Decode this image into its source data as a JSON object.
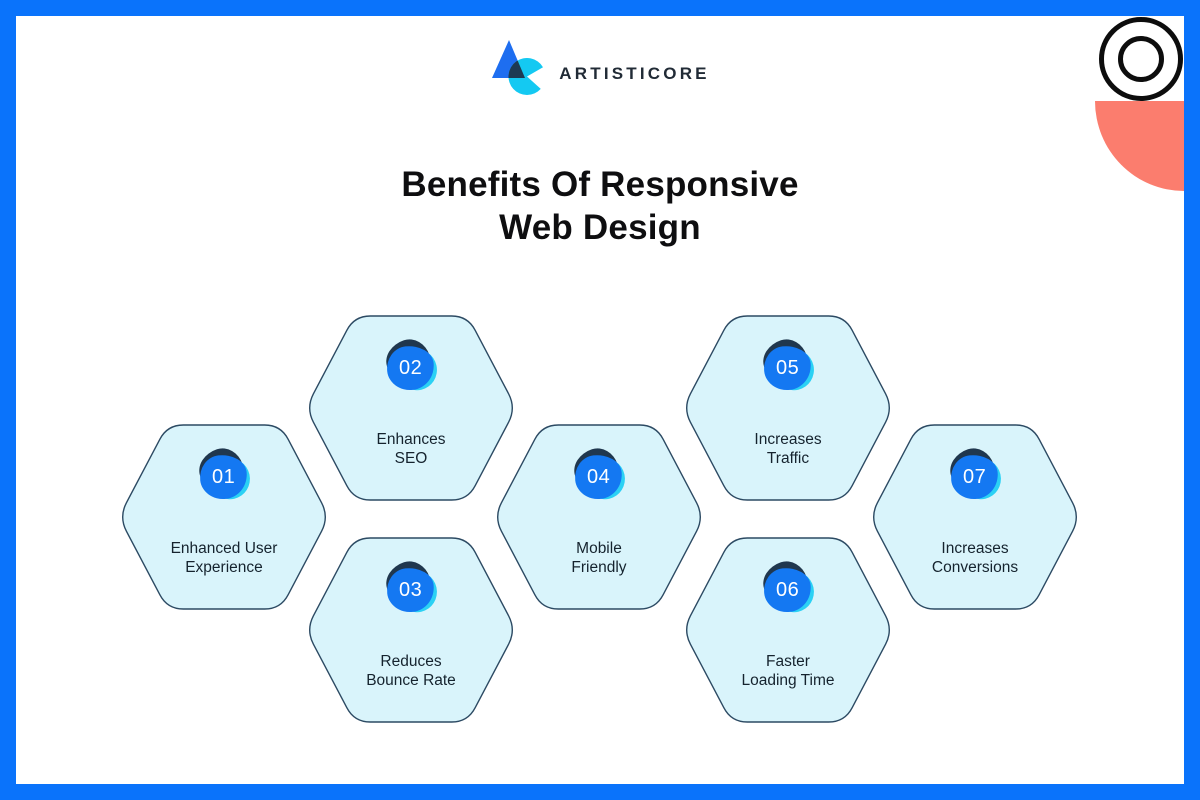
{
  "brand": {
    "name": "ARTISTICORE"
  },
  "icons": {
    "logo": "triangle-pacman-logo",
    "top_right": "concentric-circles",
    "corner_shape": "quarter-circle"
  },
  "title": {
    "line1": "Benefits Of Responsive",
    "line2": "Web Design",
    "full": "Benefits Of Responsive Web Design"
  },
  "cards": [
    {
      "number": "01",
      "label": "Enhanced User Experience",
      "line1": "Enhanced User",
      "line2": "Experience"
    },
    {
      "number": "02",
      "label": "Enhances SEO",
      "line1": "Enhances",
      "line2": "SEO"
    },
    {
      "number": "03",
      "label": "Reduces Bounce Rate",
      "line1": "Reduces",
      "line2": "Bounce Rate"
    },
    {
      "number": "04",
      "label": "Mobile Friendly",
      "line1": "Mobile",
      "line2": "Friendly"
    },
    {
      "number": "05",
      "label": "Increases Traffic",
      "line1": "Increases",
      "line2": "Traffic"
    },
    {
      "number": "06",
      "label": "Faster Loading Time",
      "line1": "Faster",
      "line2": "Loading Time"
    },
    {
      "number": "07",
      "label": "Increases Conversions",
      "line1": "Increases",
      "line2": "Conversions"
    }
  ],
  "colors": {
    "frame": "#0a73fb",
    "hex-fill": "#d9f4fb",
    "hex-stroke": "#2c4a63",
    "badge-blue": "#1478f2",
    "badge-navy": "#20374e",
    "badge-cyan": "#2bd1f4",
    "coral": "#fb7d6e",
    "ink": "#0e0e10",
    "label-ink": "#15232e",
    "brand-ink": "#212b36"
  }
}
